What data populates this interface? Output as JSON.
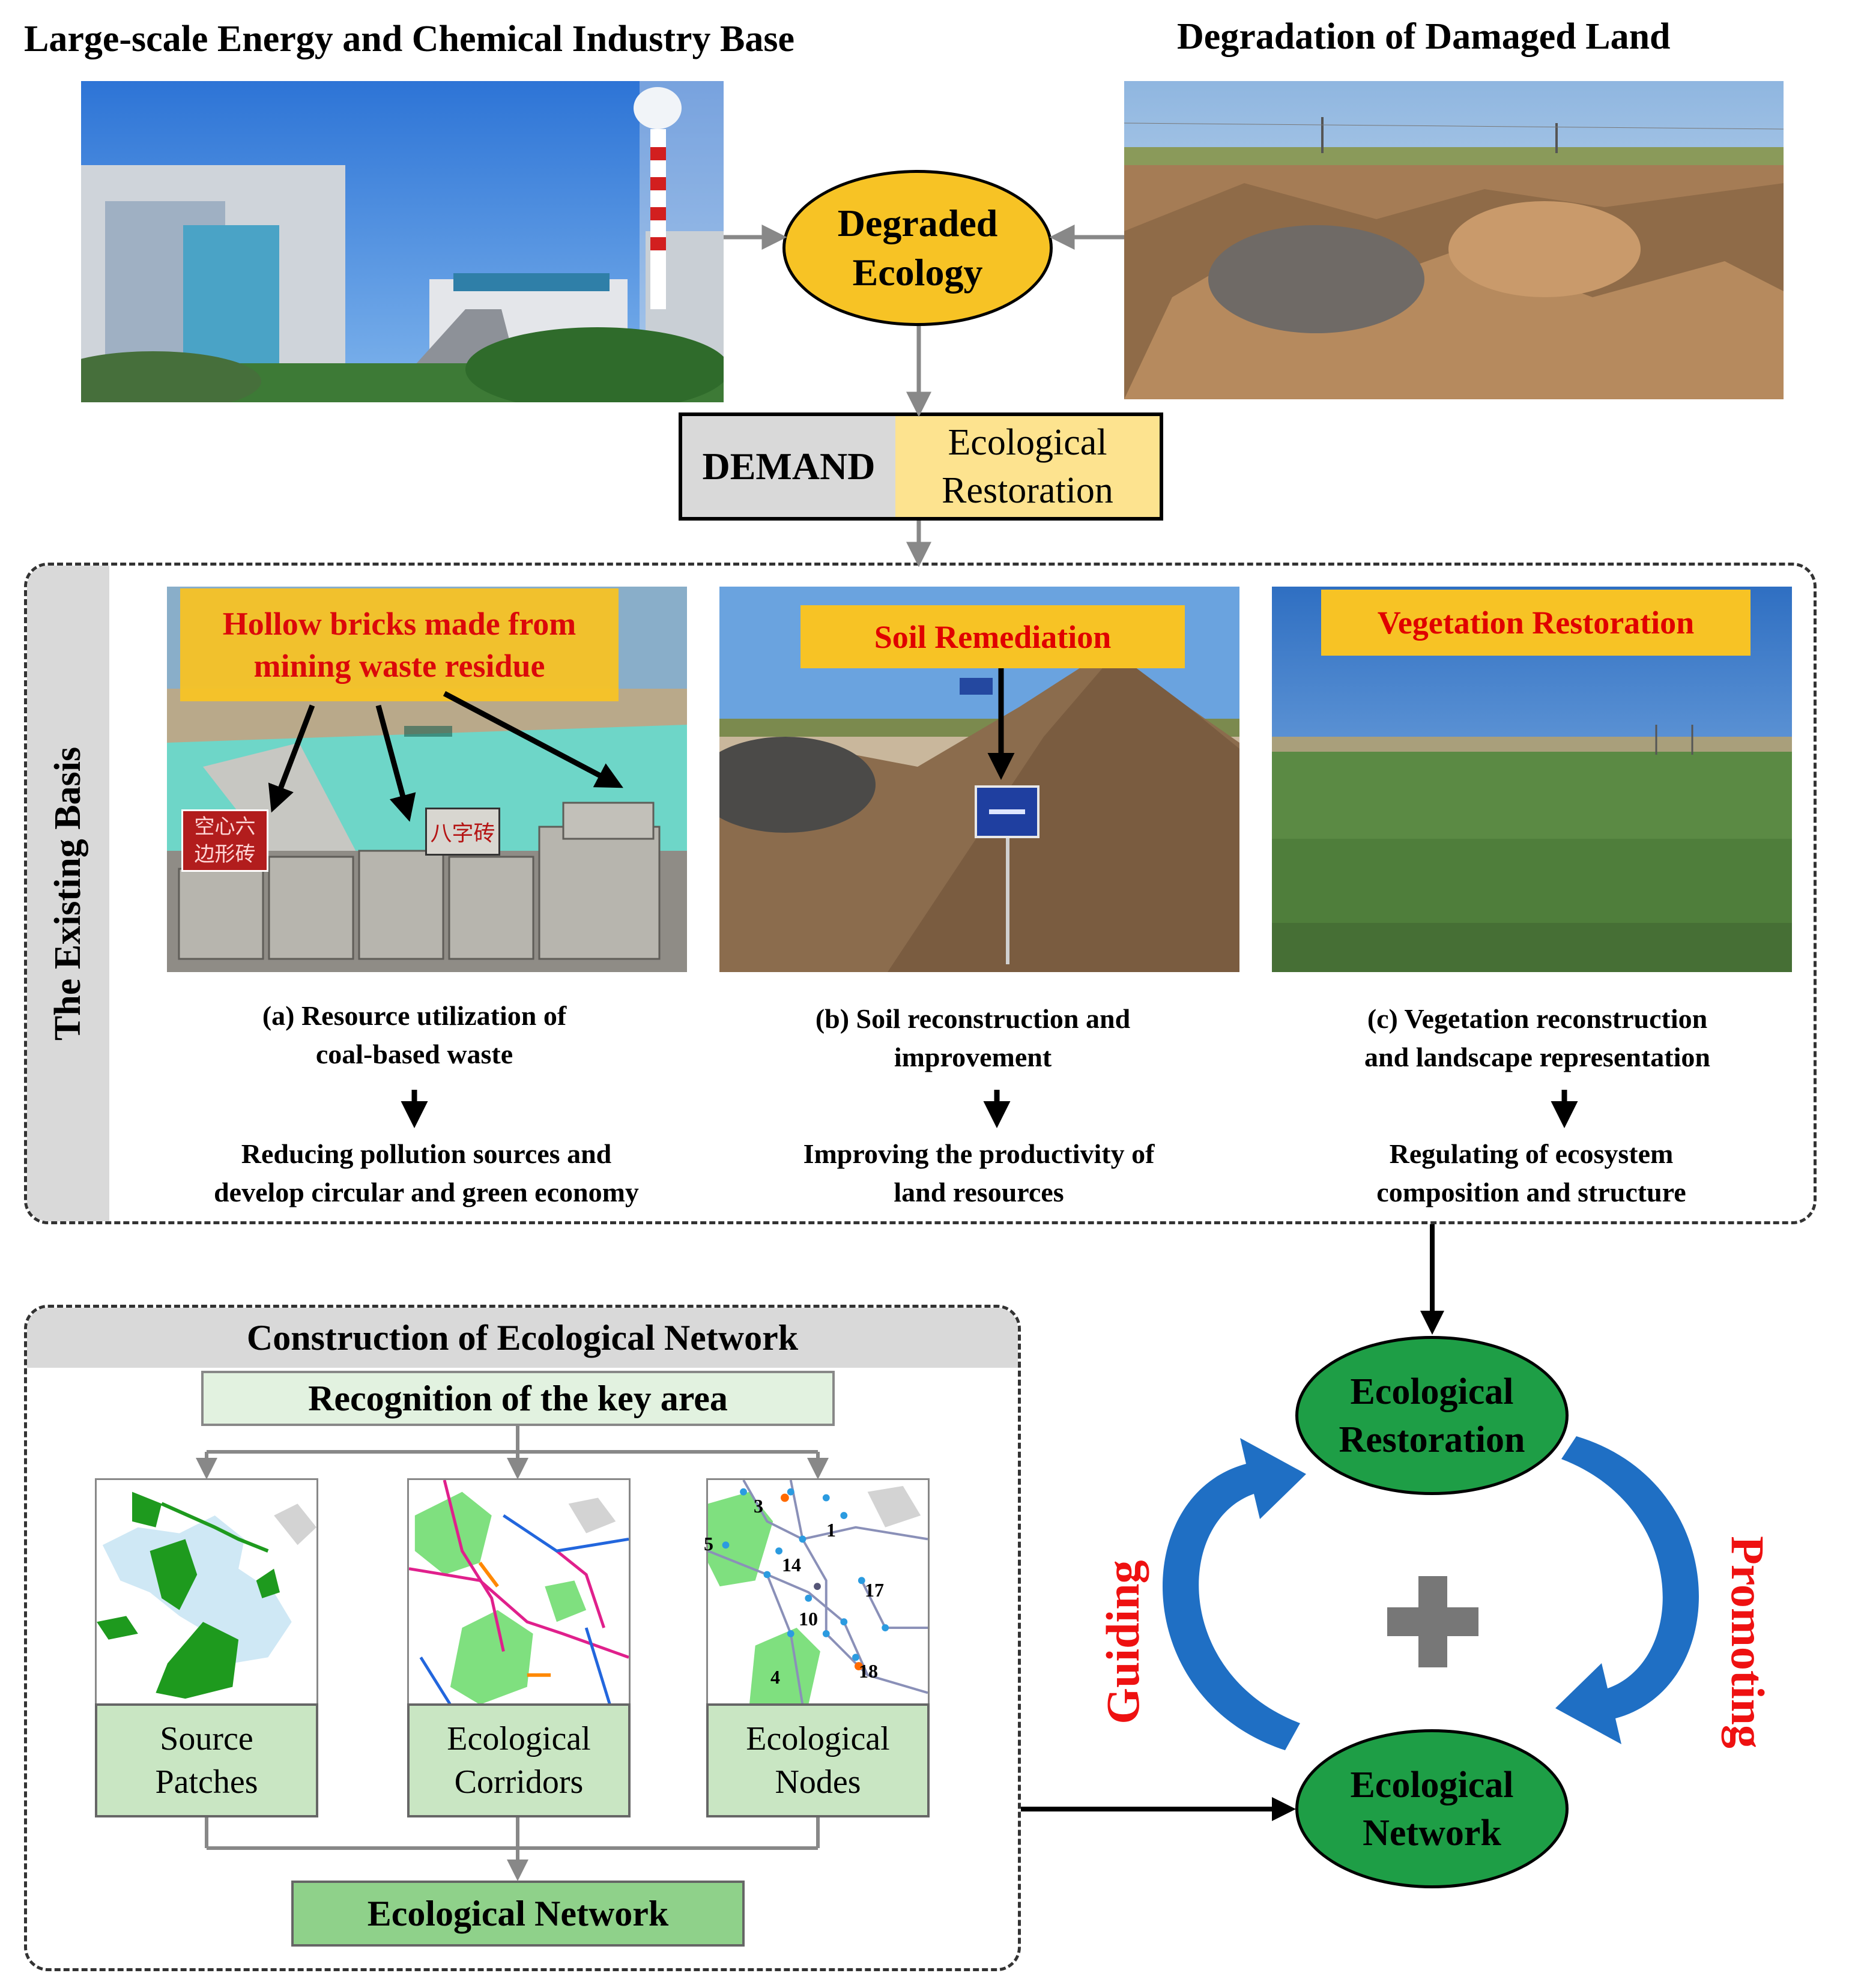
{
  "header": {
    "left_title": "Large-scale Energy and Chemical Industry Base",
    "right_title": "Degradation of Damaged Land"
  },
  "degraded": {
    "label": "Degraded\nEcology"
  },
  "demand": {
    "label": "DEMAND",
    "value": "Ecological\nRestoration"
  },
  "basis": {
    "side_label": "The Existing Basis",
    "panels": [
      {
        "banner": "Hollow bricks made from\nmining waste residue",
        "sign1": "空心六\n边形砖",
        "sign2": "八字砖",
        "caption": "(a) Resource utilization of\ncoal-based waste",
        "result": "Reducing pollution sources and\ndevelop circular and green economy"
      },
      {
        "banner": "Soil Remediation",
        "caption": "(b) Soil reconstruction and\nimprovement",
        "result": "Improving the productivity of\nland resources"
      },
      {
        "banner": "Vegetation Restoration",
        "caption": "(c) Vegetation reconstruction\nand landscape representation",
        "result": "Regulating of ecosystem\ncomposition and structure"
      }
    ]
  },
  "network": {
    "title": "Construction of Ecological Network",
    "key_area": "Recognition of the key area",
    "boxes": [
      "Source\nPatches",
      "Ecological\nCorridors",
      "Ecological\nNodes"
    ],
    "bottom": "Ecological Network",
    "node_numbers": [
      "3",
      "1",
      "5",
      "14",
      "17",
      "10",
      "4",
      "18"
    ]
  },
  "cycle": {
    "top": "Ecological\nRestoration",
    "bottom": "Ecological\nNetwork",
    "left": "Guiding",
    "right": "Promoting",
    "plus": "+"
  },
  "colors": {
    "yellow": "#f7c325",
    "ellipse_green": "#1e9e46",
    "light_green_box": "#c9e6c3",
    "mid_green_box": "#8fd18a",
    "key_area_box": "#e2f2e0",
    "red_text": "#ee1111",
    "blue_arrow": "#1f6fc4",
    "gray": "#d9d9d9"
  }
}
